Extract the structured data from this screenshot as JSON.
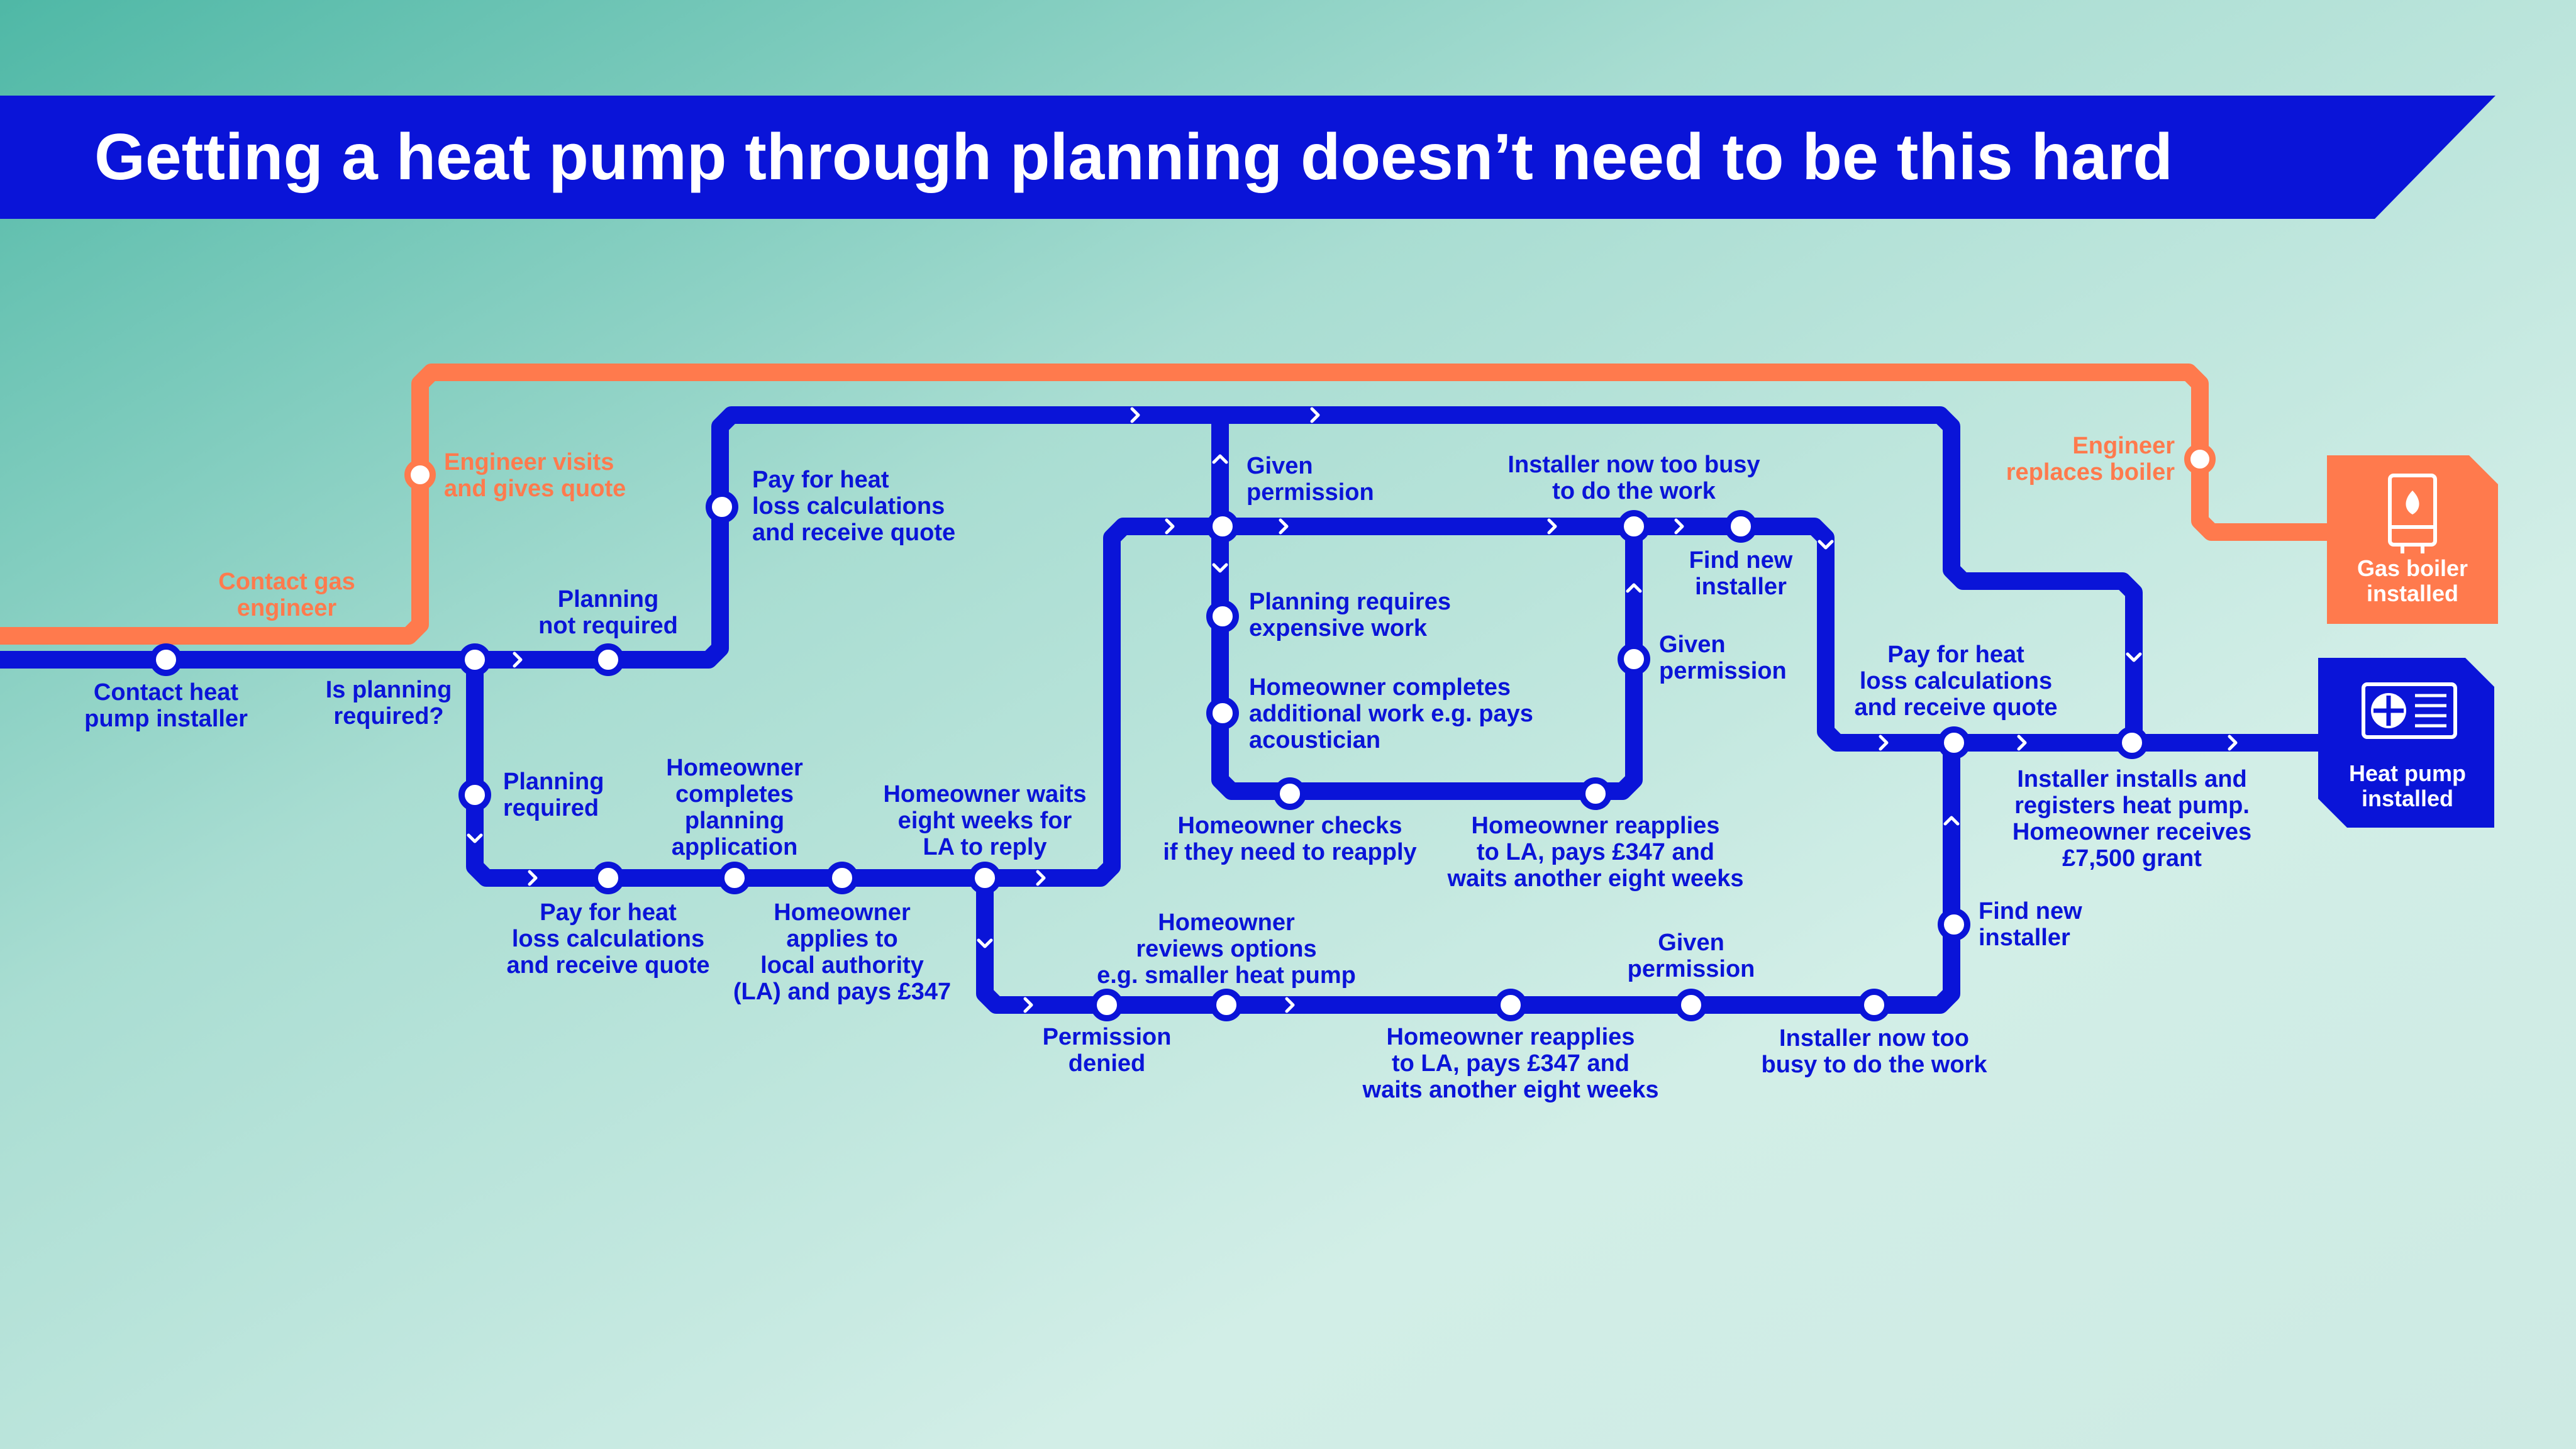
{
  "title": "Getting a heat pump through planning doesn’t need to be this hard",
  "colors": {
    "blue": "#0a14d8",
    "orange": "#ff7a4d",
    "background": "#c8ebe3",
    "white": "#ffffff"
  },
  "terminals": {
    "gas_boiler": {
      "label": "Gas boiler\ninstalled",
      "icon": "boiler-icon"
    },
    "heat_pump": {
      "label": "Heat pump\ninstalled",
      "icon": "heat-pump-icon"
    }
  },
  "stations": {
    "contact_gas_engineer": "Contact gas\nengineer",
    "engineer_visits": "Engineer visits\nand gives quote",
    "engineer_replaces_boiler": "Engineer\nreplaces boiler",
    "contact_installer": "Contact heat\npump installer",
    "is_planning_required": "Is planning\nrequired?",
    "planning_not_required": "Planning\nnot required",
    "pay_heat_loss_top": "Pay for heat\nloss calculations\nand receive quote",
    "planning_required": "Planning\nrequired",
    "pay_heat_loss_bottom": "Pay for heat\nloss calculations\nand receive quote",
    "completes_application": "Homeowner\ncompletes\nplanning\napplication",
    "applies_to_la": "Homeowner\napplies to\nlocal authority\n(LA) and pays £347",
    "waits_eight_weeks": "Homeowner waits\neight weeks for\nLA to reply",
    "given_permission_1": "Given\npermission",
    "planning_requires_work": "Planning requires\nexpensive work",
    "additional_work": "Homeowner completes\nadditional work e.g. pays\nacoustician",
    "checks_reapply": "Homeowner checks\nif they need to reapply",
    "reapplies_1": "Homeowner reapplies\nto LA, pays £347 and\nwaits another eight weeks",
    "given_permission_2": "Given\npermission",
    "installer_busy_1": "Installer now too busy\nto do the work",
    "find_new_installer_1": "Find new\ninstaller",
    "pay_heat_loss_right": "Pay for heat\nloss calculations\nand receive quote",
    "installer_installs": "Installer installs and\nregisters heat pump.\nHomeowner receives\n£7,500 grant",
    "find_new_installer_2": "Find new\ninstaller",
    "permission_denied": "Permission\ndenied",
    "reviews_options": "Homeowner\nreviews options\ne.g. smaller heat pump",
    "reapplies_2": "Homeowner reapplies\nto LA, pays £347 and\nwaits another eight weeks",
    "given_permission_3": "Given\npermission",
    "installer_busy_2": "Installer now too\nbusy to do the work"
  }
}
